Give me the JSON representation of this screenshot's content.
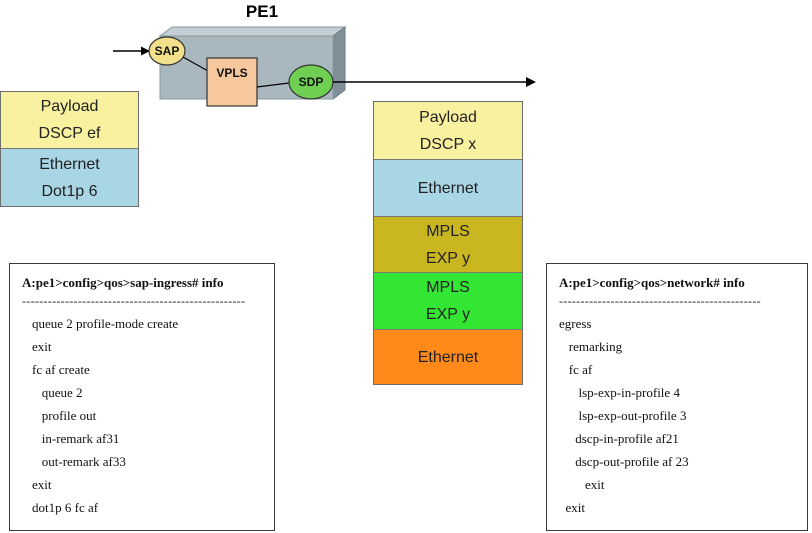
{
  "diagram": {
    "title": "PE1",
    "nodes": {
      "sap": "SAP",
      "vpls": "VPLS",
      "sdp": "SDP"
    },
    "colors": {
      "payload": "#f8f1a0",
      "ethernet_blue": "#a9d6e5",
      "mpls_olive": "#c9b620",
      "mpls_green": "#33e633",
      "ethernet_orange": "#ff8a1a",
      "node_circle": "#f3e08a",
      "sdp_circle": "#6fcf52",
      "vpls_box": "#f7c79e",
      "pe_box": "#a9b8bf"
    },
    "ingress_stack": [
      {
        "lines": [
          "Payload",
          "DSCP ef"
        ],
        "color": "#f8f1a0"
      },
      {
        "lines": [
          "Ethernet",
          "Dot1p 6"
        ],
        "color": "#a9d6e5"
      }
    ],
    "egress_stack": [
      {
        "lines": [
          "Payload",
          "DSCP x"
        ],
        "color": "#f8f1a0"
      },
      {
        "lines": [
          "Ethernet"
        ],
        "color": "#a9d6e5"
      },
      {
        "lines": [
          "MPLS",
          "EXP y"
        ],
        "color": "#c9b620"
      },
      {
        "lines": [
          "MPLS",
          "EXP y"
        ],
        "color": "#33e633"
      },
      {
        "lines": [
          "Ethernet"
        ],
        "color": "#ff8a1a"
      }
    ]
  },
  "sap_ingress_config": {
    "header": "A:pe1>config>qos>sap-ingress# info",
    "separator": "----------------------------------------------------",
    "lines": [
      "queue 2 profile-mode create",
      "exit",
      "fc af create",
      "   queue 2",
      "   profile out",
      "   in-remark af31",
      "   out-remark af33",
      "exit",
      "dot1p 6 fc af"
    ]
  },
  "network_config": {
    "header": "A:pe1>config>qos>network# info",
    "separator": "-----------------------------------------------",
    "lines": [
      "egress",
      "   remarking",
      "   fc af",
      "      lsp-exp-in-profile 4",
      "      lsp-exp-out-profile 3",
      "     dscp-in-profile af21",
      "     dscp-out-profile af 23",
      "        exit",
      "  exit"
    ]
  }
}
